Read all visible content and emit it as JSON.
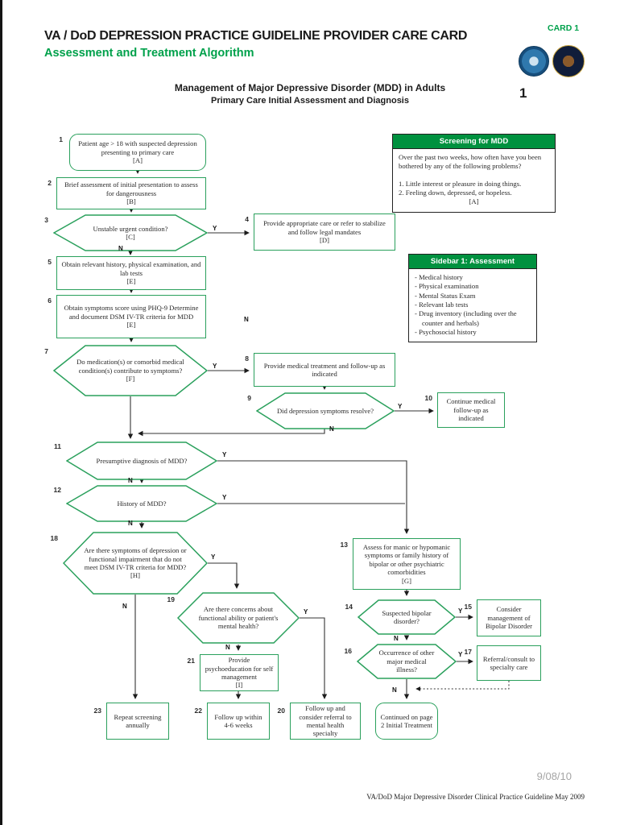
{
  "colors": {
    "green_border": "#2AA05C",
    "green_header": "#00913F",
    "green_text": "#00A14B"
  },
  "header": {
    "title": "VA / DoD DEPRESSION PRACTICE GUIDELINE PROVIDER CARE CARD",
    "subtitle": "Assessment and Treatment Algorithm",
    "card_label": "CARD 1",
    "section_title": "Management of Major Depressive Disorder (MDD) in Adults",
    "section_subtitle": "Primary Care Initial Assessment and Diagnosis",
    "page_number": "1"
  },
  "labels": {
    "yes": "Y",
    "no": "N"
  },
  "screening": {
    "title": "Screening for MDD",
    "intro": "Over the past two weeks, how often have you been bothered by any of the following problems?",
    "items": [
      "1. Little interest or pleasure in doing things.",
      "2. Feeling down, depressed, or hopeless."
    ],
    "ref": "[A]"
  },
  "sidebar": {
    "title": "Sidebar 1: Assessment",
    "items": [
      "- Medical history",
      "- Physical examination",
      "- Mental Status Exam",
      "- Relevant lab tests",
      "- Drug inventory (including over the counter and herbals)",
      "- Psychosocial history"
    ]
  },
  "nodes": {
    "n1": {
      "num": "1",
      "text": "Patient age > 18 with suspected depression presenting to primary care",
      "ref": "[A]"
    },
    "n2": {
      "num": "2",
      "text": "Brief assessment of initial presentation to assess for dangerousness",
      "ref": "[B]"
    },
    "n3": {
      "num": "3",
      "text": "Unstable urgent condition?",
      "ref": "[C]"
    },
    "n4": {
      "num": "4",
      "text": "Provide appropriate care or refer to stabilize and follow legal mandates",
      "ref": "[D]"
    },
    "n5": {
      "num": "5",
      "text": "Obtain relevant history, physical examination, and lab tests",
      "ref": "[E]"
    },
    "n6": {
      "num": "6",
      "text": "Obtain symptoms score using PHQ-9 Determine and document DSM IV-TR criteria for MDD",
      "ref": "[E]"
    },
    "n7": {
      "num": "7",
      "text": "Do medication(s) or comorbid medical condition(s) contribute to symptoms?",
      "ref": "[F]"
    },
    "n8": {
      "num": "8",
      "text": "Provide medical treatment and follow-up as indicated"
    },
    "n9": {
      "num": "9",
      "text": "Did depression symptoms resolve?"
    },
    "n10": {
      "num": "10",
      "text": "Continue medical follow-up as indicated"
    },
    "n11": {
      "num": "11",
      "text": "Presumptive diagnosis of MDD?"
    },
    "n12": {
      "num": "12",
      "text": "History of MDD?"
    },
    "n13": {
      "num": "13",
      "text": "Assess for manic or hypomanic symptoms or family history of bipolar or other psychiatric comorbidities",
      "ref": "[G]"
    },
    "n14": {
      "num": "14",
      "text": "Suspected bipolar disorder?"
    },
    "n15": {
      "num": "15",
      "text": "Consider management of Bipolar Disorder"
    },
    "n16": {
      "num": "16",
      "text": "Occurrence of other major medical illness?"
    },
    "n17": {
      "num": "17",
      "text": "Referral/consult to specialty care"
    },
    "n18": {
      "num": "18",
      "text": "Are there symptoms of depression or functional impairment that do not meet DSM IV-TR criteria for MDD?",
      "ref": "[H]"
    },
    "n19": {
      "num": "19",
      "text": "Are there concerns about functional ability or patient's mental health?"
    },
    "n20": {
      "num": "20",
      "text": "Follow up and consider referral to mental health specialty"
    },
    "n21": {
      "num": "21",
      "text": "Provide psychoeducation for self management",
      "ref": "[I]"
    },
    "n22": {
      "num": "22",
      "text": "Follow up within 4-6 weeks"
    },
    "n23": {
      "num": "23",
      "text": "Repeat screening annually"
    },
    "n24": {
      "text": "Continued on page 2 Initial Treatment"
    }
  },
  "footer": {
    "date": "9/08/10",
    "source": "VA/DoD Major Depressive Disorder Clinical Practice Guideline May 2009"
  }
}
